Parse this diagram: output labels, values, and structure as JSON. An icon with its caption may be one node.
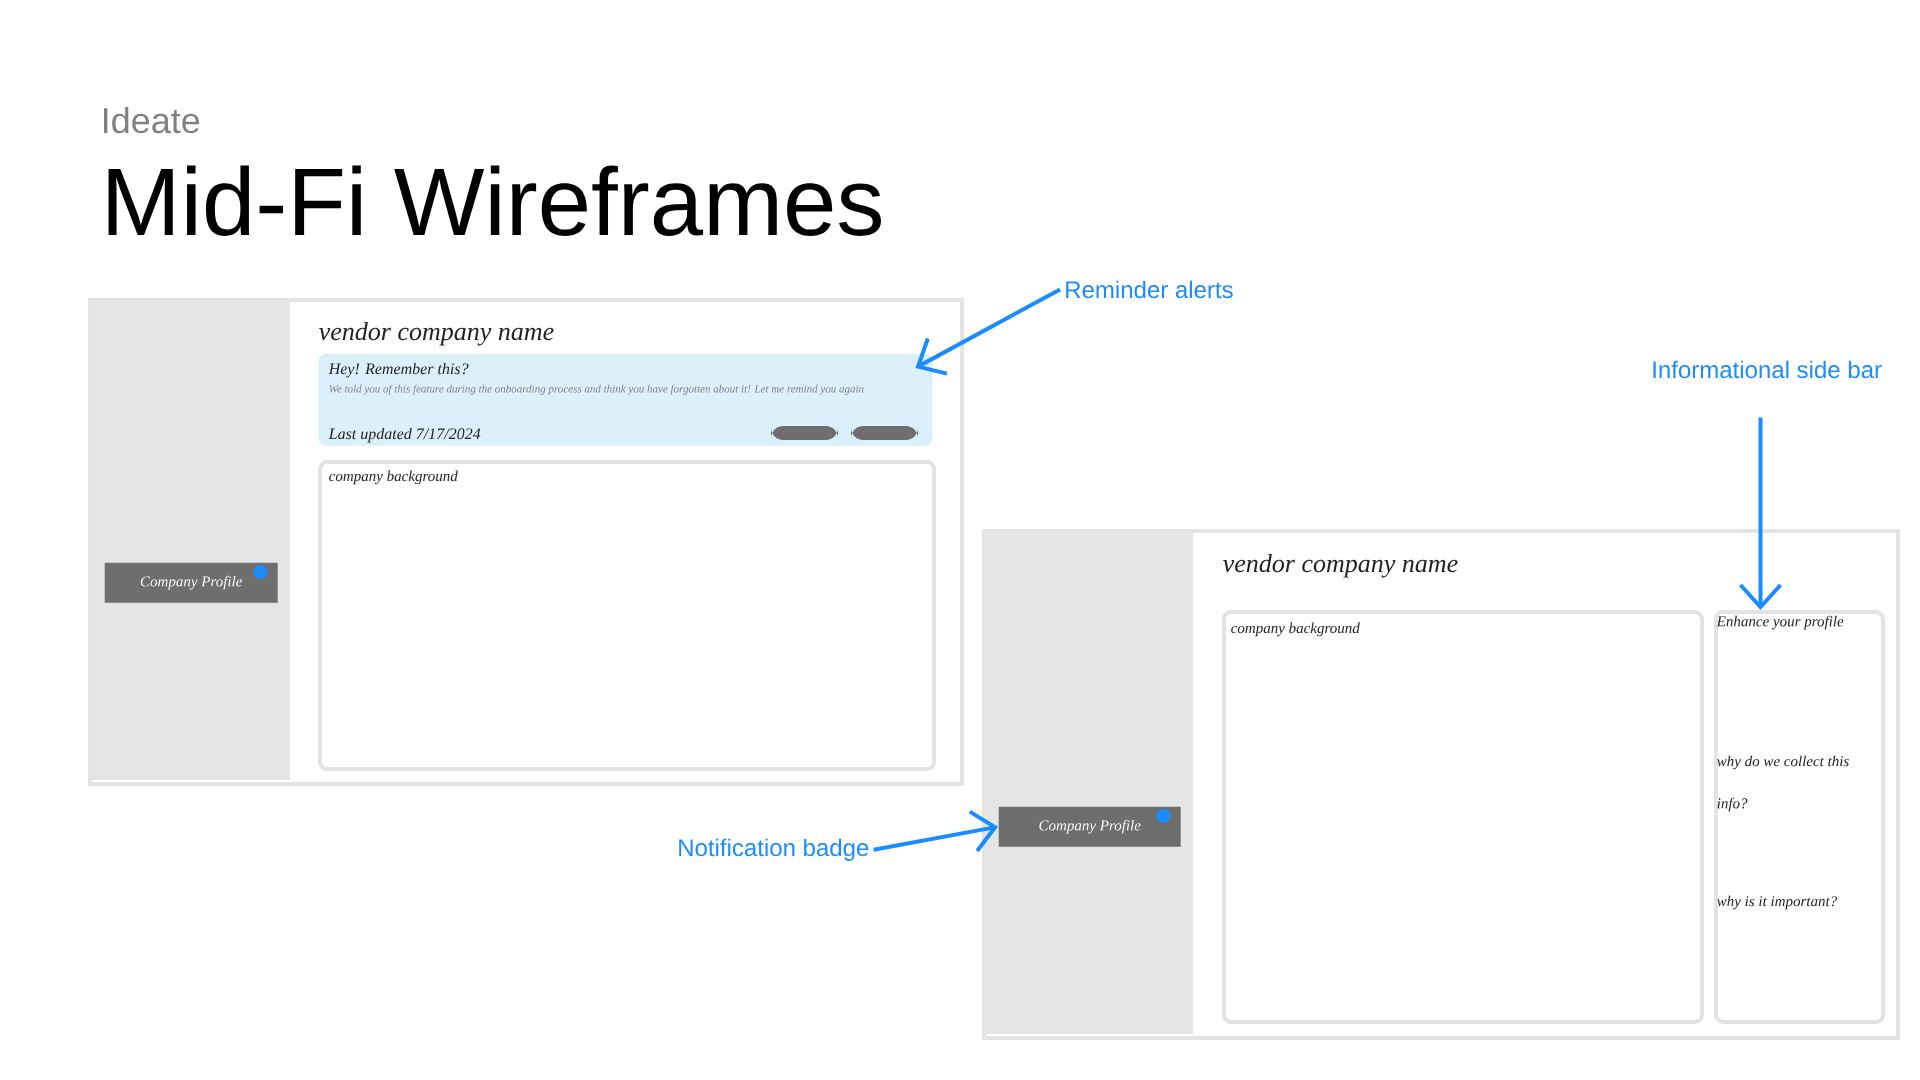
{
  "diagram": {
    "title": "Mid-Fi Wireframes",
    "nodes": [
      {
        "text": [],
        "shape": "box"
      },
      {
        "text": [
          "Hey! Remember this?",
          "We told you of this feature during the onboarding process and think you have forgotten about it! Let me remind you again",
          "Last updated 7/17/2024"
        ],
        "in": 0
      },
      {
        "text": [
          "company background"
        ],
        "in": 0
      },
      {
        "text": [
          "Company Profile"
        ],
        "in": 0
      },
      {
        "text": [],
        "shape": "box"
      },
      {
        "text": [
          "company background"
        ],
        "in": 4
      },
      {
        "text": [
          "Enhance your profile",
          "why do we collect this info?",
          "why is it important?"
        ],
        "in": 4
      },
      {
        "text": [
          "Company Profile"
        ],
        "in": 4
      },
      {
        "text": [
          "Reminder alerts"
        ]
      },
      {
        "text": [
          "Informational side bar"
        ]
      },
      {
        "text": [
          "Notification badge"
        ]
      }
    ],
    "edges": [
      {
        "from": 8,
        "to": 1,
        "arrow": "to"
      },
      {
        "from": 9,
        "to": 6,
        "arrow": "to"
      },
      {
        "from": 10,
        "to": 7,
        "arrow": "to"
      }
    ],
    "labels": [
      "Ideate",
      "vendor company name",
      "vendor company name"
    ]
  }
}
